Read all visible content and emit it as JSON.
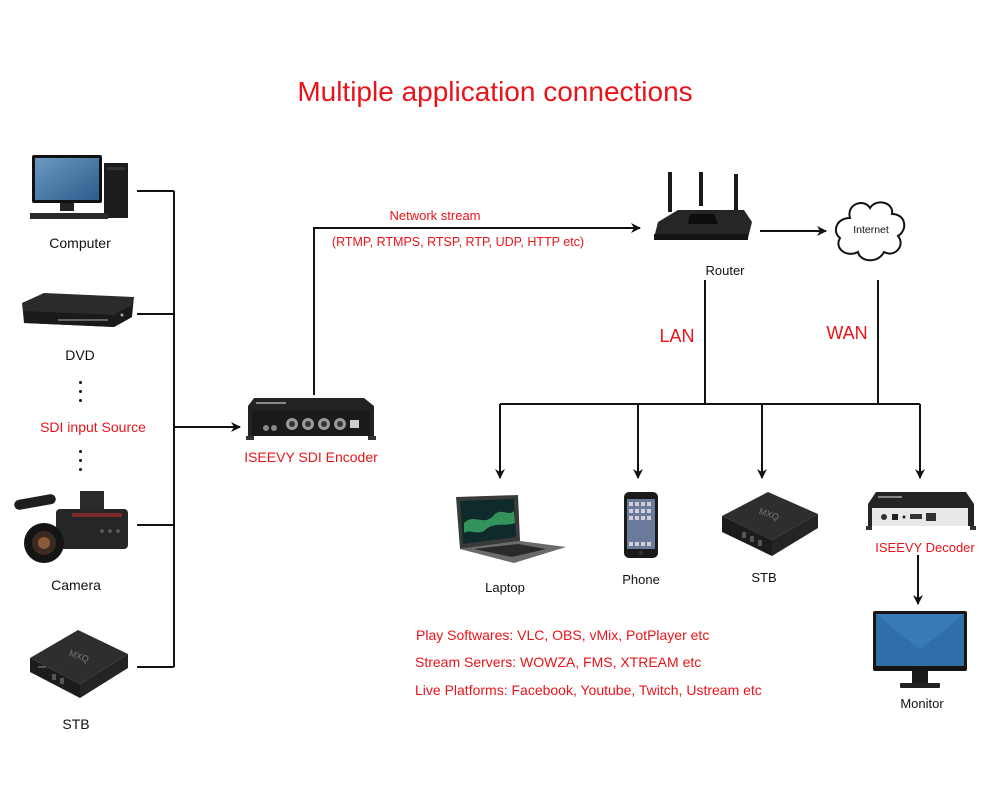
{
  "title": "Multiple application connections",
  "colors": {
    "accent_red": "#e8141a",
    "line": "#111111"
  },
  "sources": {
    "group_label": "SDI input Source",
    "items": [
      {
        "label": "Computer",
        "icon": "desktop-computer-icon"
      },
      {
        "label": "DVD",
        "icon": "dvd-player-icon"
      },
      {
        "label": "Camera",
        "icon": "video-camera-icon"
      },
      {
        "label": "STB",
        "icon": "set-top-box-icon"
      }
    ]
  },
  "encoder": {
    "label": "ISEEVY SDI Encoder",
    "icon": "sdi-encoder-icon"
  },
  "network_stream": {
    "label": "Network stream",
    "protocols": "(RTMP, RTMPS, RTSP, RTP, UDP, HTTP etc)"
  },
  "router": {
    "label": "Router",
    "icon": "router-icon"
  },
  "internet": {
    "label": "Internet",
    "icon": "cloud-icon"
  },
  "lan_label": "LAN",
  "wan_label": "WAN",
  "endpoints": [
    {
      "label": "Laptop",
      "icon": "laptop-icon"
    },
    {
      "label": "Phone",
      "icon": "smartphone-icon"
    },
    {
      "label": "STB",
      "icon": "set-top-box-icon"
    },
    {
      "label": "ISEEVY Decoder",
      "icon": "decoder-icon"
    }
  ],
  "monitor": {
    "label": "Monitor",
    "icon": "monitor-icon"
  },
  "notes": [
    "Play Softwares: VLC, OBS, vMix, PotPlayer etc",
    "Stream Servers: WOWZA, FMS, XTREAM etc",
    "Live Platforms: Facebook, Youtube, Twitch, Ustream etc"
  ]
}
